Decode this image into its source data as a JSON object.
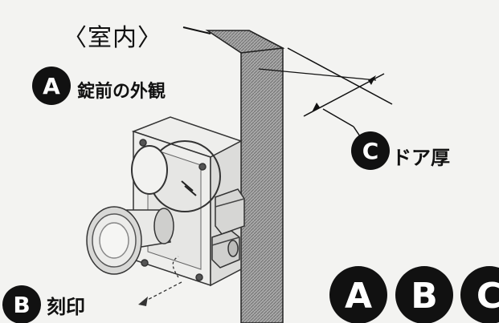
{
  "labels": {
    "interior": "〈室内〉",
    "badge_a": "A",
    "a_text": "錠前の外観",
    "badge_b": "B",
    "b_text": "刻印",
    "badge_c": "C",
    "c_text": "ドア厚",
    "bottom_badges": [
      "A",
      "B",
      "C"
    ]
  },
  "colors": {
    "ink": "#111111",
    "background": "#f3f3f1",
    "door_gray": "#8f8f8f"
  }
}
